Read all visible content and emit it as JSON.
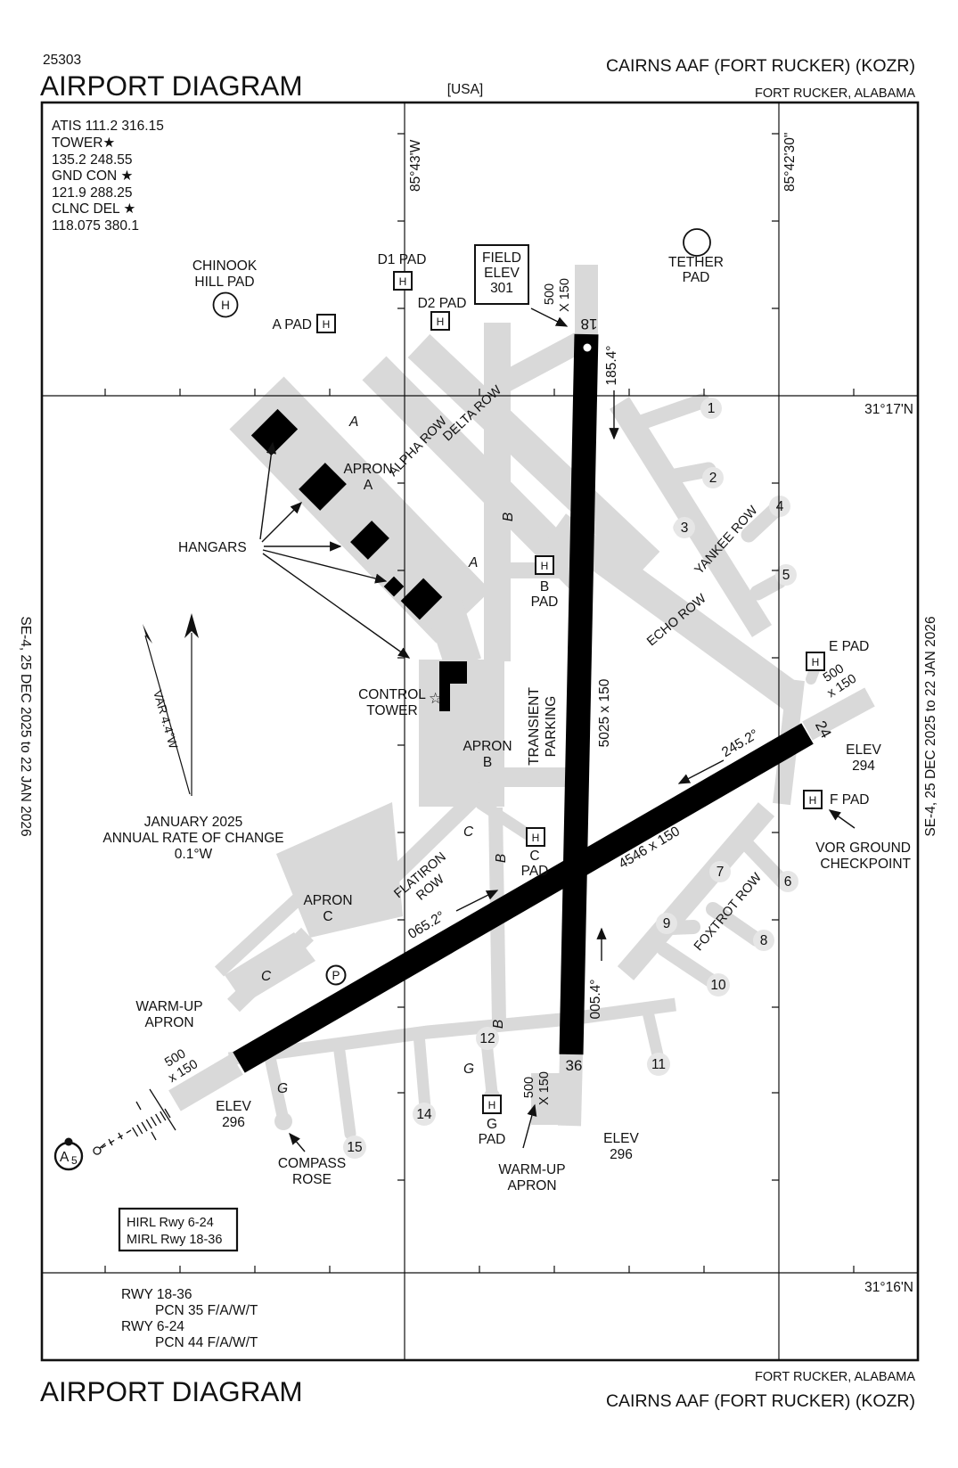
{
  "header": {
    "chart_number": "25303",
    "page_title": "AIRPORT DIAGRAM",
    "country_tag": "[USA]",
    "airport_title": "CAIRNS AAF (FORT RUCKER)  (KOZR)",
    "airport_location": "FORT RUCKER, ALABAMA"
  },
  "footer": {
    "page_title": "AIRPORT DIAGRAM",
    "airport_location": "FORT RUCKER, ALABAMA",
    "airport_title": "CAIRNS AAF (FORT RUCKER)  (KOZR)"
  },
  "side_margins": {
    "left_text": "SE-4,  25 DEC 2025  to  22 JAN 2026",
    "right_text": "SE-4,  25 DEC 2025  to  22 JAN 2026"
  },
  "frequencies": {
    "lines": [
      "ATIS  111.2  316.15",
      "TOWER★",
      "135.2  248.55",
      "GND CON ★",
      "121.9  288.25",
      "CLNC DEL ★",
      "118.075  380.1"
    ]
  },
  "graticule": {
    "lat_top": "31°17'N",
    "lat_bottom": "31°16'N",
    "lon_left": "85°43'W",
    "lon_right": "85°42'30\""
  },
  "variation": {
    "var_label": "VAR 4.4°W",
    "epoch": "JANUARY 2025",
    "rate_line1": "ANNUAL RATE OF CHANGE",
    "rate_value": "0.1°W"
  },
  "runway_18_36": {
    "num_18": "18",
    "num_36": "36",
    "dimensions": "5025 x 150",
    "heading_18": "185.4°",
    "heading_36": "005.4°",
    "overrun_18": [
      "500",
      "X 150"
    ],
    "overrun_36": [
      "500",
      "X 150"
    ]
  },
  "runway_6_24": {
    "num_24": "24",
    "dimensions": "4546 x 150",
    "heading_6": "065.2°",
    "heading_24": "245.2°",
    "overrun_6": [
      "500",
      "x 150"
    ],
    "overrun_24": [
      "500",
      "x 150"
    ]
  },
  "elevations": {
    "field_elev_box": [
      "FIELD",
      "ELEV",
      "301"
    ],
    "elev_rwy24": [
      "ELEV",
      "294"
    ],
    "elev_rwy6": [
      "ELEV",
      "296"
    ],
    "elev_rwy36": [
      "ELEV",
      "296"
    ]
  },
  "pads": {
    "chinook": [
      "CHINOOK",
      "HILL PAD"
    ],
    "a_pad": "A PAD",
    "d1_pad": "D1 PAD",
    "d2_pad": "D2 PAD",
    "b_pad": [
      "B",
      "PAD"
    ],
    "c_pad": [
      "C",
      "PAD"
    ],
    "e_pad": "E PAD",
    "f_pad": "F PAD",
    "g_pad": [
      "G",
      "PAD"
    ],
    "tether_pad": [
      "TETHER",
      "PAD"
    ],
    "helipad_letter": "H"
  },
  "facilities": {
    "hangars": "HANGARS",
    "control_tower": [
      "CONTROL",
      "TOWER"
    ],
    "control_tower_star": "☆",
    "transient_parking": [
      "TRANSIENT",
      "PARKING"
    ],
    "apron_a": [
      "APRON",
      "A"
    ],
    "apron_b": [
      "APRON",
      "B"
    ],
    "apron_c": [
      "APRON",
      "C"
    ],
    "warmup_apron_west": [
      "WARM-UP",
      "APRON"
    ],
    "warmup_apron_south": [
      "WARM-UP",
      "APRON"
    ],
    "compass_rose": [
      "COMPASS",
      "ROSE"
    ],
    "vor_checkpoint": [
      "VOR GROUND",
      "CHECKPOINT"
    ],
    "parking_symbol": "P",
    "lighting_symbol_letter": "A",
    "lighting_symbol_number": "5"
  },
  "taxiways": {
    "rows": {
      "alpha": "ALPHA ROW",
      "delta": "DELTA ROW",
      "echo": "ECHO ROW",
      "yankee": "YANKEE ROW",
      "foxtrot": "FOXTROT ROW",
      "flatiron": [
        "FLATIRON",
        "ROW"
      ]
    },
    "letters": [
      "A",
      "A",
      "B",
      "B",
      "B",
      "C",
      "C",
      "G",
      "G"
    ],
    "numbers": [
      "1",
      "2",
      "3",
      "4",
      "5",
      "6",
      "7",
      "8",
      "9",
      "10",
      "11",
      "12",
      "14",
      "15"
    ]
  },
  "info_boxes": {
    "lighting": [
      "HIRL Rwy 6-24",
      "MIRL Rwy 18-36"
    ],
    "pcn": [
      "RWY 18-36",
      "PCN 35 F/A/W/T",
      "RWY 6-24",
      "PCN 44 F/A/W/T"
    ]
  },
  "colors": {
    "taxiway_gray": "#d9d9d9",
    "runway_black": "#000000",
    "background": "#ffffff",
    "ink": "#111111"
  }
}
